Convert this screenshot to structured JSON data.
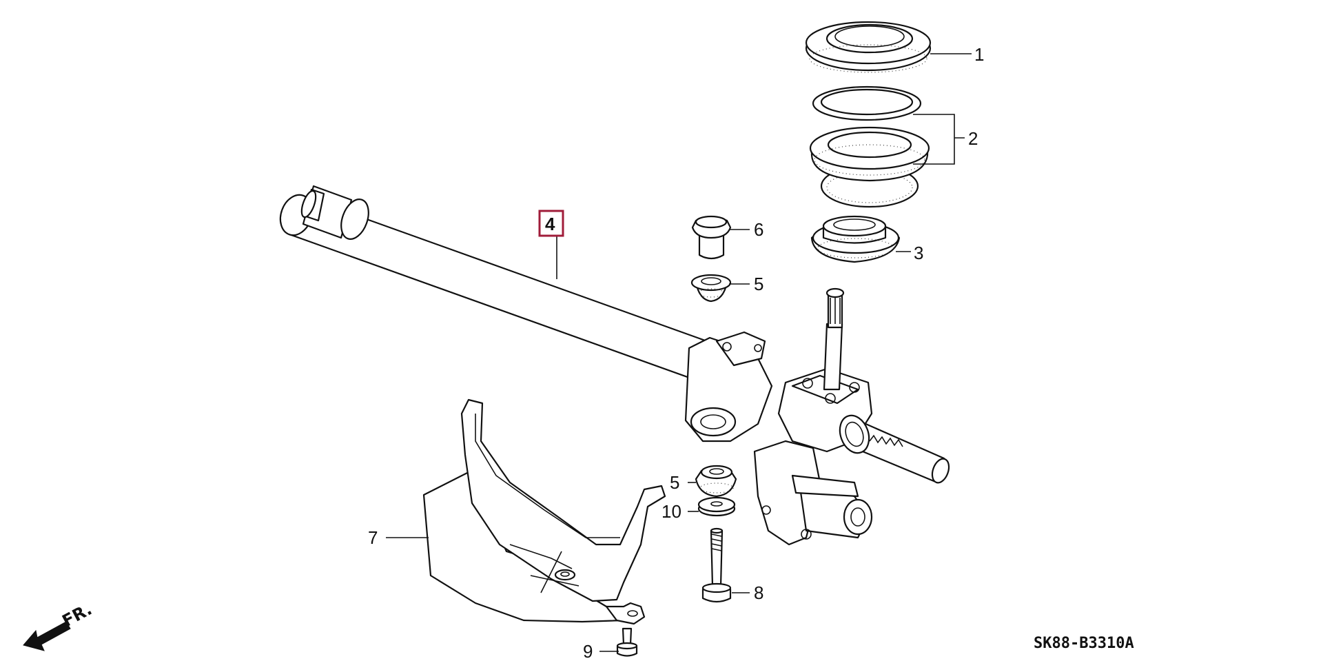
{
  "callouts": [
    {
      "id": "1",
      "label": "1"
    },
    {
      "id": "2",
      "label": "2"
    },
    {
      "id": "3",
      "label": "3"
    },
    {
      "id": "4",
      "label": "4",
      "highlighted": true
    },
    {
      "id": "5a",
      "label": "5"
    },
    {
      "id": "5b",
      "label": "5"
    },
    {
      "id": "6",
      "label": "6"
    },
    {
      "id": "7",
      "label": "7"
    },
    {
      "id": "8",
      "label": "8"
    },
    {
      "id": "9",
      "label": "9"
    },
    {
      "id": "10",
      "label": "10"
    }
  ],
  "direction_label": "FR.",
  "diagram_code": "SK88-B3310A",
  "colors": {
    "highlight": "#a01c3a",
    "line": "#111111"
  }
}
